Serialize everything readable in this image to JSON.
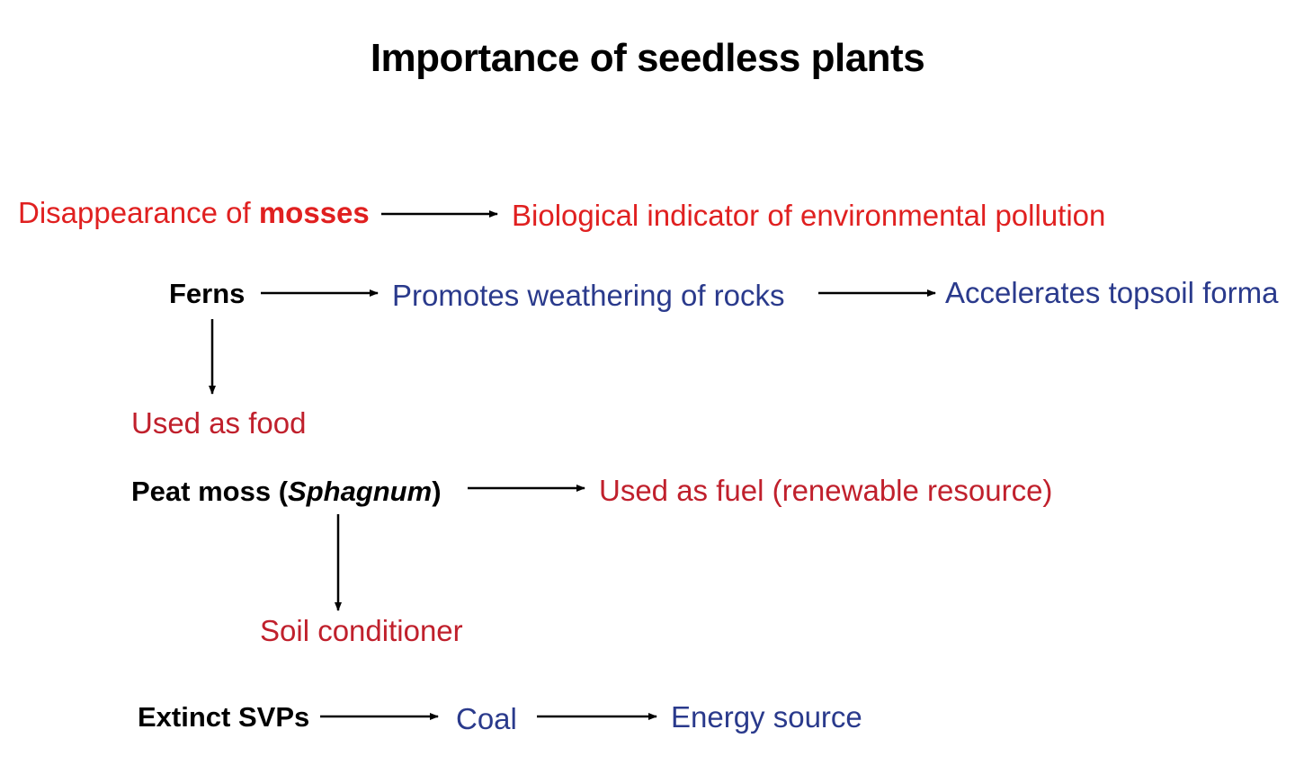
{
  "title": "Importance of seedless plants",
  "nodes": {
    "mosses_a": "Disappearance of ",
    "mosses_b": "mosses",
    "bio_indicator": "Biological indicator of environmental pollution",
    "ferns": "Ferns",
    "weathering": "Promotes weathering of rocks",
    "topsoil": "Accelerates topsoil forma",
    "food": "Used as food",
    "peat_a": "Peat moss (",
    "peat_b": "Sphagnum",
    "peat_c": ")",
    "fuel": "Used as fuel (renewable resource)",
    "soil": "Soil conditioner",
    "extinct": "Extinct SVPs",
    "coal": "Coal",
    "energy": "Energy source"
  },
  "colors": {
    "red": "#e02020",
    "dark_red": "#c0202c",
    "blue": "#2a3a8c",
    "black": "#000000"
  }
}
